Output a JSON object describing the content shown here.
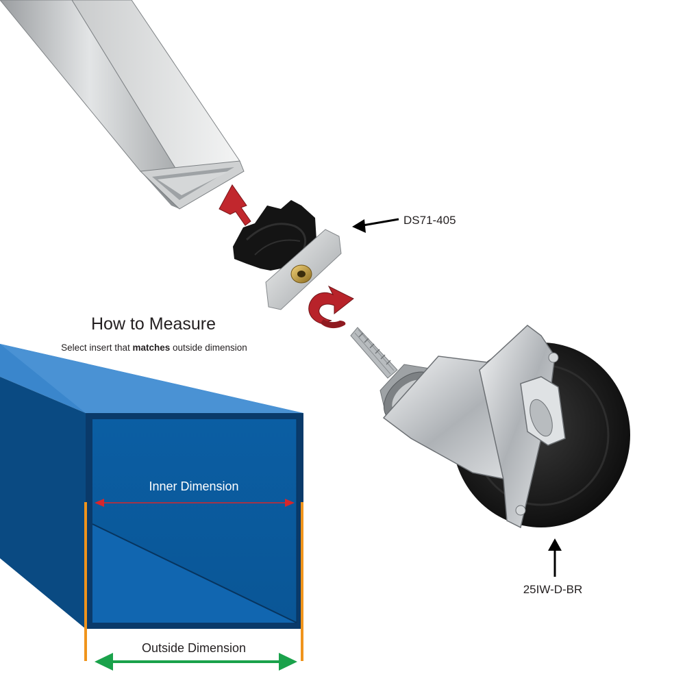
{
  "heading": {
    "title": "How to Measure",
    "subtitle_pre": "Select insert that ",
    "subtitle_bold": "matches",
    "subtitle_post": " outside dimension"
  },
  "labels": {
    "insert_part": "DS71-405",
    "caster_part": "25IW-D-BR",
    "inner_dimension": "Inner Dimension",
    "outside_dimension": "Outside Dimension"
  },
  "colors": {
    "tube_blue": "#0a5a9c",
    "inner_arrow": "#d7262b",
    "outside_arrow": "#1aa24b",
    "edge_lines": "#f0941c",
    "rotate_arrow": "#b8232a"
  }
}
